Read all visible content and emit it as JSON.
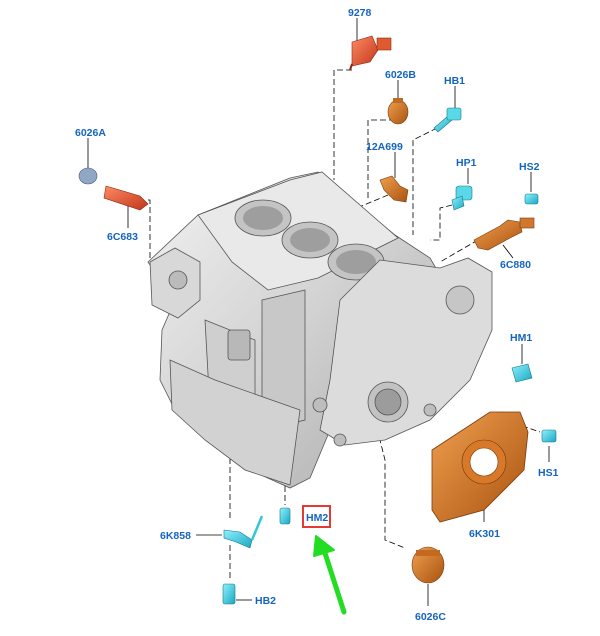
{
  "colors": {
    "callout": "#1565C0",
    "highlight_box": "#E53935",
    "arrow": "#22DD22",
    "leader": "#000000",
    "part_cyan": "#37C5D8",
    "part_orange": "#D2691E",
    "part_red": "#D84315",
    "part_blue_grey": "#8FA7C4",
    "engine_block": "#D6D6D6"
  },
  "callouts": {
    "c9278": "9278",
    "c6026B": "6026B",
    "cHB1": "HB1",
    "c6026A": "6026A",
    "c12A699": "12A699",
    "cHP1": "HP1",
    "cHS2": "HS2",
    "c6C683": "6C683",
    "c6C880": "6C880",
    "cHM1": "HM1",
    "cHS1": "HS1",
    "c6K301": "6K301",
    "c6K858": "6K858",
    "cHM2": "HM2",
    "cHB2": "HB2",
    "c6026C": "6026C"
  },
  "highlighted": "HM2"
}
